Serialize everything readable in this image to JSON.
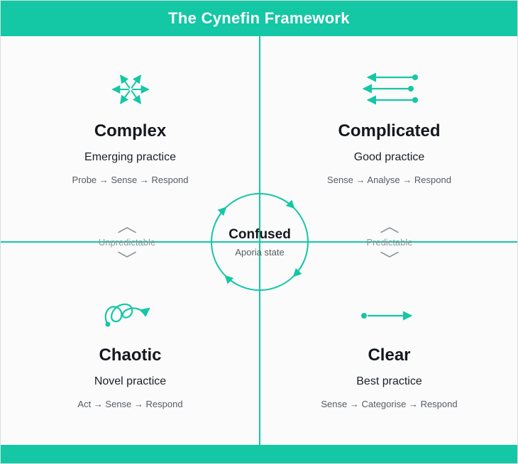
{
  "header": {
    "title": "The Cynefin Framework"
  },
  "theme": {
    "accent": "#14C7A5",
    "background": "#FBFBFB",
    "heading_color": "#14181D",
    "muted_color": "#6C757C"
  },
  "center": {
    "title": "Confused",
    "subtitle": "Aporia state"
  },
  "axis": {
    "left": "Unpredictable",
    "right": "Predictable"
  },
  "quadrants": {
    "complex": {
      "title": "Complex",
      "practice": "Emerging practice",
      "sequence": "Probe → Sense → Respond",
      "icon": "radiating-arrows-icon"
    },
    "complicated": {
      "title": "Complicated",
      "practice": "Good practice",
      "sequence": "Sense → Analyse → Respond",
      "icon": "parallel-arrows-icon"
    },
    "chaotic": {
      "title": "Chaotic",
      "practice": "Novel practice",
      "sequence": "Act → Sense → Respond",
      "icon": "scribble-arrow-icon"
    },
    "clear": {
      "title": "Clear",
      "practice": "Best practice",
      "sequence": "Sense → Categorise → Respond",
      "icon": "straight-arrow-icon"
    }
  }
}
